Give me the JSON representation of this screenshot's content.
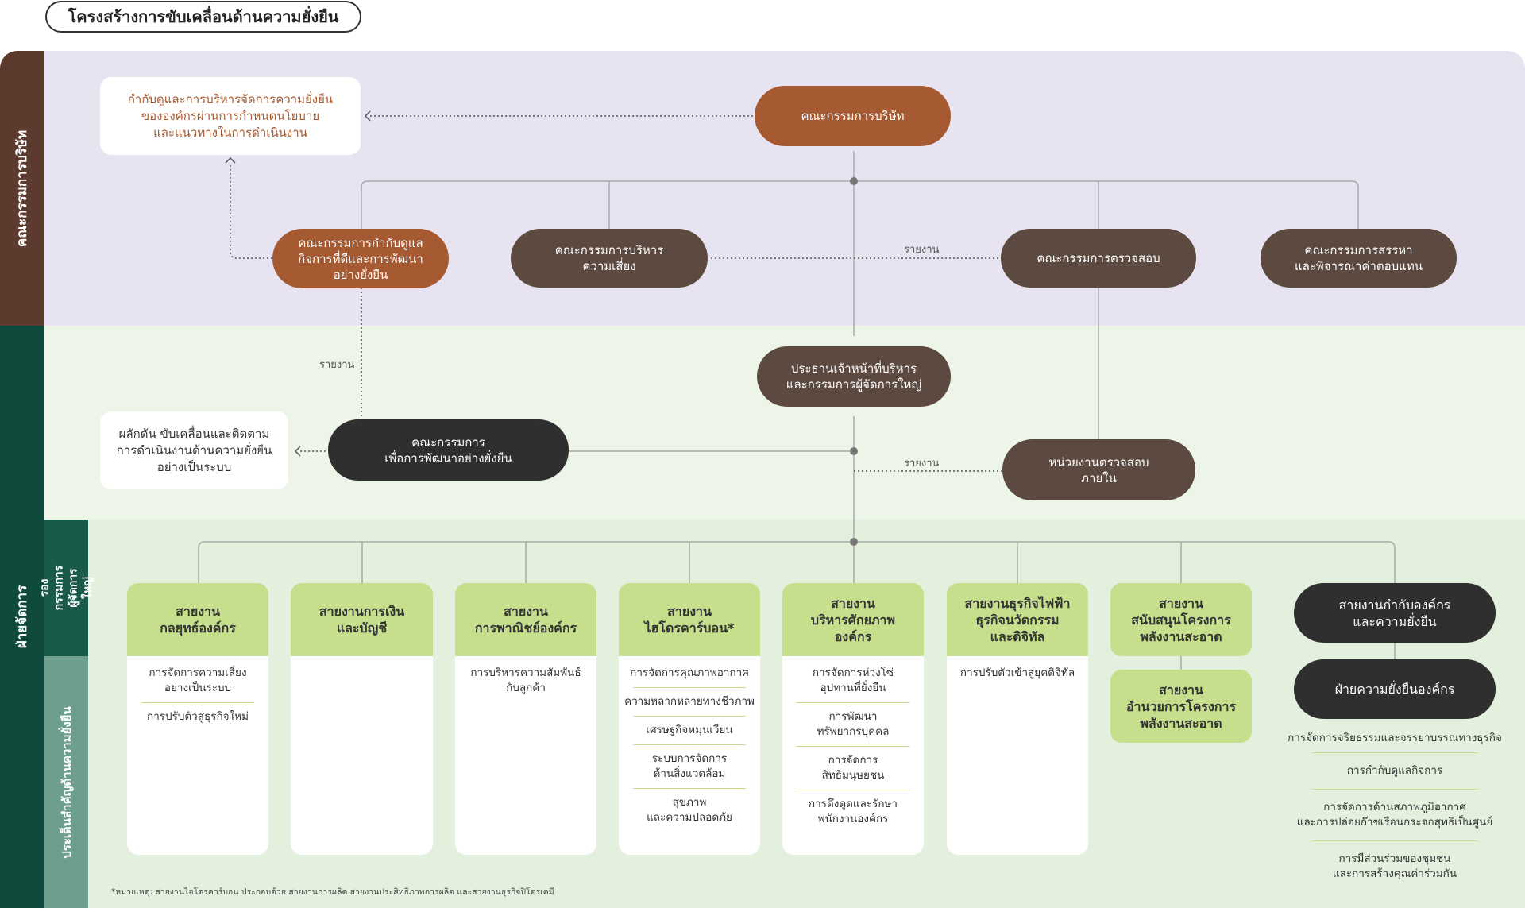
{
  "title": "โครงสร้างการขับเคลื่อนด้านความยั่งยืน",
  "side_labels": {
    "board": "คณะกรรมการบริษัท",
    "management": "ฝ่ายจัดการ",
    "executives": "รองกรรมการ\nผู้จัดการใหญ่",
    "material_issues": "ประเด็นสำคัญด้านความยั่งยืน"
  },
  "board_section": {
    "board_of_directors": "คณะกรรมการบริษัท",
    "board_note": "กำกับดูและการบริหารจัดการความยั่งยืน\nขององค์กรผ่านการกำหนดนโยบาย\nและแนวทางในการดำเนินงาน",
    "cg_committee": "คณะกรรมการกำกับดูแล\nกิจการที่ดีและการพัฒนา\nอย่างยั่งยืน",
    "risk_committee": "คณะกรรมการบริหาร\nความเสี่ยง",
    "audit_committee": "คณะกรรมการตรวจสอบ",
    "nomination_committee": "คณะกรรมการสรรหา\nและพิจารณาค่าตอบแทน",
    "report_label": "รายงาน"
  },
  "management_section": {
    "ceo": "ประธานเจ้าหน้าที่บริหาร\nและกรรมการผู้จัดการใหญ่",
    "sd_committee": "คณะกรรมการ\nเพื่อการพัฒนาอย่างยั่งยืน",
    "sd_note": "ผลักดัน ขับเคลื่อนและติดตาม\nการดำเนินงานด้านความยั่งยืน\nอย่างเป็นระบบ",
    "internal_audit": "หน่วยงานตรวจสอบ\nภายใน",
    "report_label_left": "รายงาน",
    "report_label_right": "รายงาน"
  },
  "business_lines": [
    {
      "name": "สายงาน\nกลยุทธ์องค์กร",
      "items": [
        "การจัดการความเสี่ยง\nอย่างเป็นระบบ",
        "การปรับตัวสู่ธุรกิจใหม่"
      ]
    },
    {
      "name": "สายงานการเงิน\nและบัญชี",
      "items": []
    },
    {
      "name": "สายงาน\nการพาณิชย์องค์กร",
      "items": [
        "การบริหารความสัมพันธ์\nกับลูกค้า"
      ]
    },
    {
      "name": "สายงาน\nไฮโดรคาร์บอน*",
      "items": [
        "การจัดการคุณภาพอากาศ",
        "ความหลากหลายทางชีวภาพ",
        "เศรษฐกิจหมุนเวียน",
        "ระบบการจัดการ\nด้านสิ่งแวดล้อม",
        "สุขภาพ\nและความปลอดภัย"
      ]
    },
    {
      "name": "สายงาน\nบริหารศักยภาพ\nองค์กร",
      "items": [
        "การจัดการห่วงโซ่\nอุปทานที่ยั่งยืน",
        "การพัฒนา\nทรัพยากรบุคคล",
        "การจัดการ\nสิทธิมนุษยชน",
        "การดึงดูดและรักษา\nพนักงานองค์กร"
      ]
    },
    {
      "name": "สายงานธุรกิจไฟฟ้า\nธุรกิจนวัตกรรม\nและดิจิทัล",
      "items": [
        "การปรับตัวเข้าสู่ยุคดิจิทัล"
      ]
    }
  ],
  "clean_energy": {
    "support": "สายงาน\nสนับสนุนโครงการ\nพลังงานสะอาด",
    "direct": "สายงาน\nอำนวยการโครงการ\nพลังงานสะอาด"
  },
  "governance": {
    "line": "สายงานกำกับองค์กร\nและความยั่งยืน",
    "department": "ฝ่ายความยั่งยืนองค์กร",
    "items": [
      "การจัดการจริยธรรมและจรรยาบรรณทางธุรกิจ",
      "การกำกับดูแลกิจการ",
      "การจัดการด้านสภาพภูมิอากาศ\nและการปล่อยก๊าซเรือนกระจกสุทธิเป็นศูนย์",
      "การมีส่วนร่วมของชุมชน\nและการสร้างคุณค่าร่วมกัน"
    ]
  },
  "footnote": "*หมายเหตุ: สายงานไฮโดรคาร์บอน ประกอบด้วย สายงานการผลิต สายงานประสิทธิภาพการผลิต และสายงานธุรกิจปิโตรเคมี",
  "colors": {
    "orange": "#a65a31",
    "brown": "#5c4a40",
    "dark": "#2f2f2f",
    "green_header": "#c5df8c",
    "band_board": "#e8e3f0",
    "band_management": "#edf5e9",
    "band_lines": "#e3f0dd"
  }
}
